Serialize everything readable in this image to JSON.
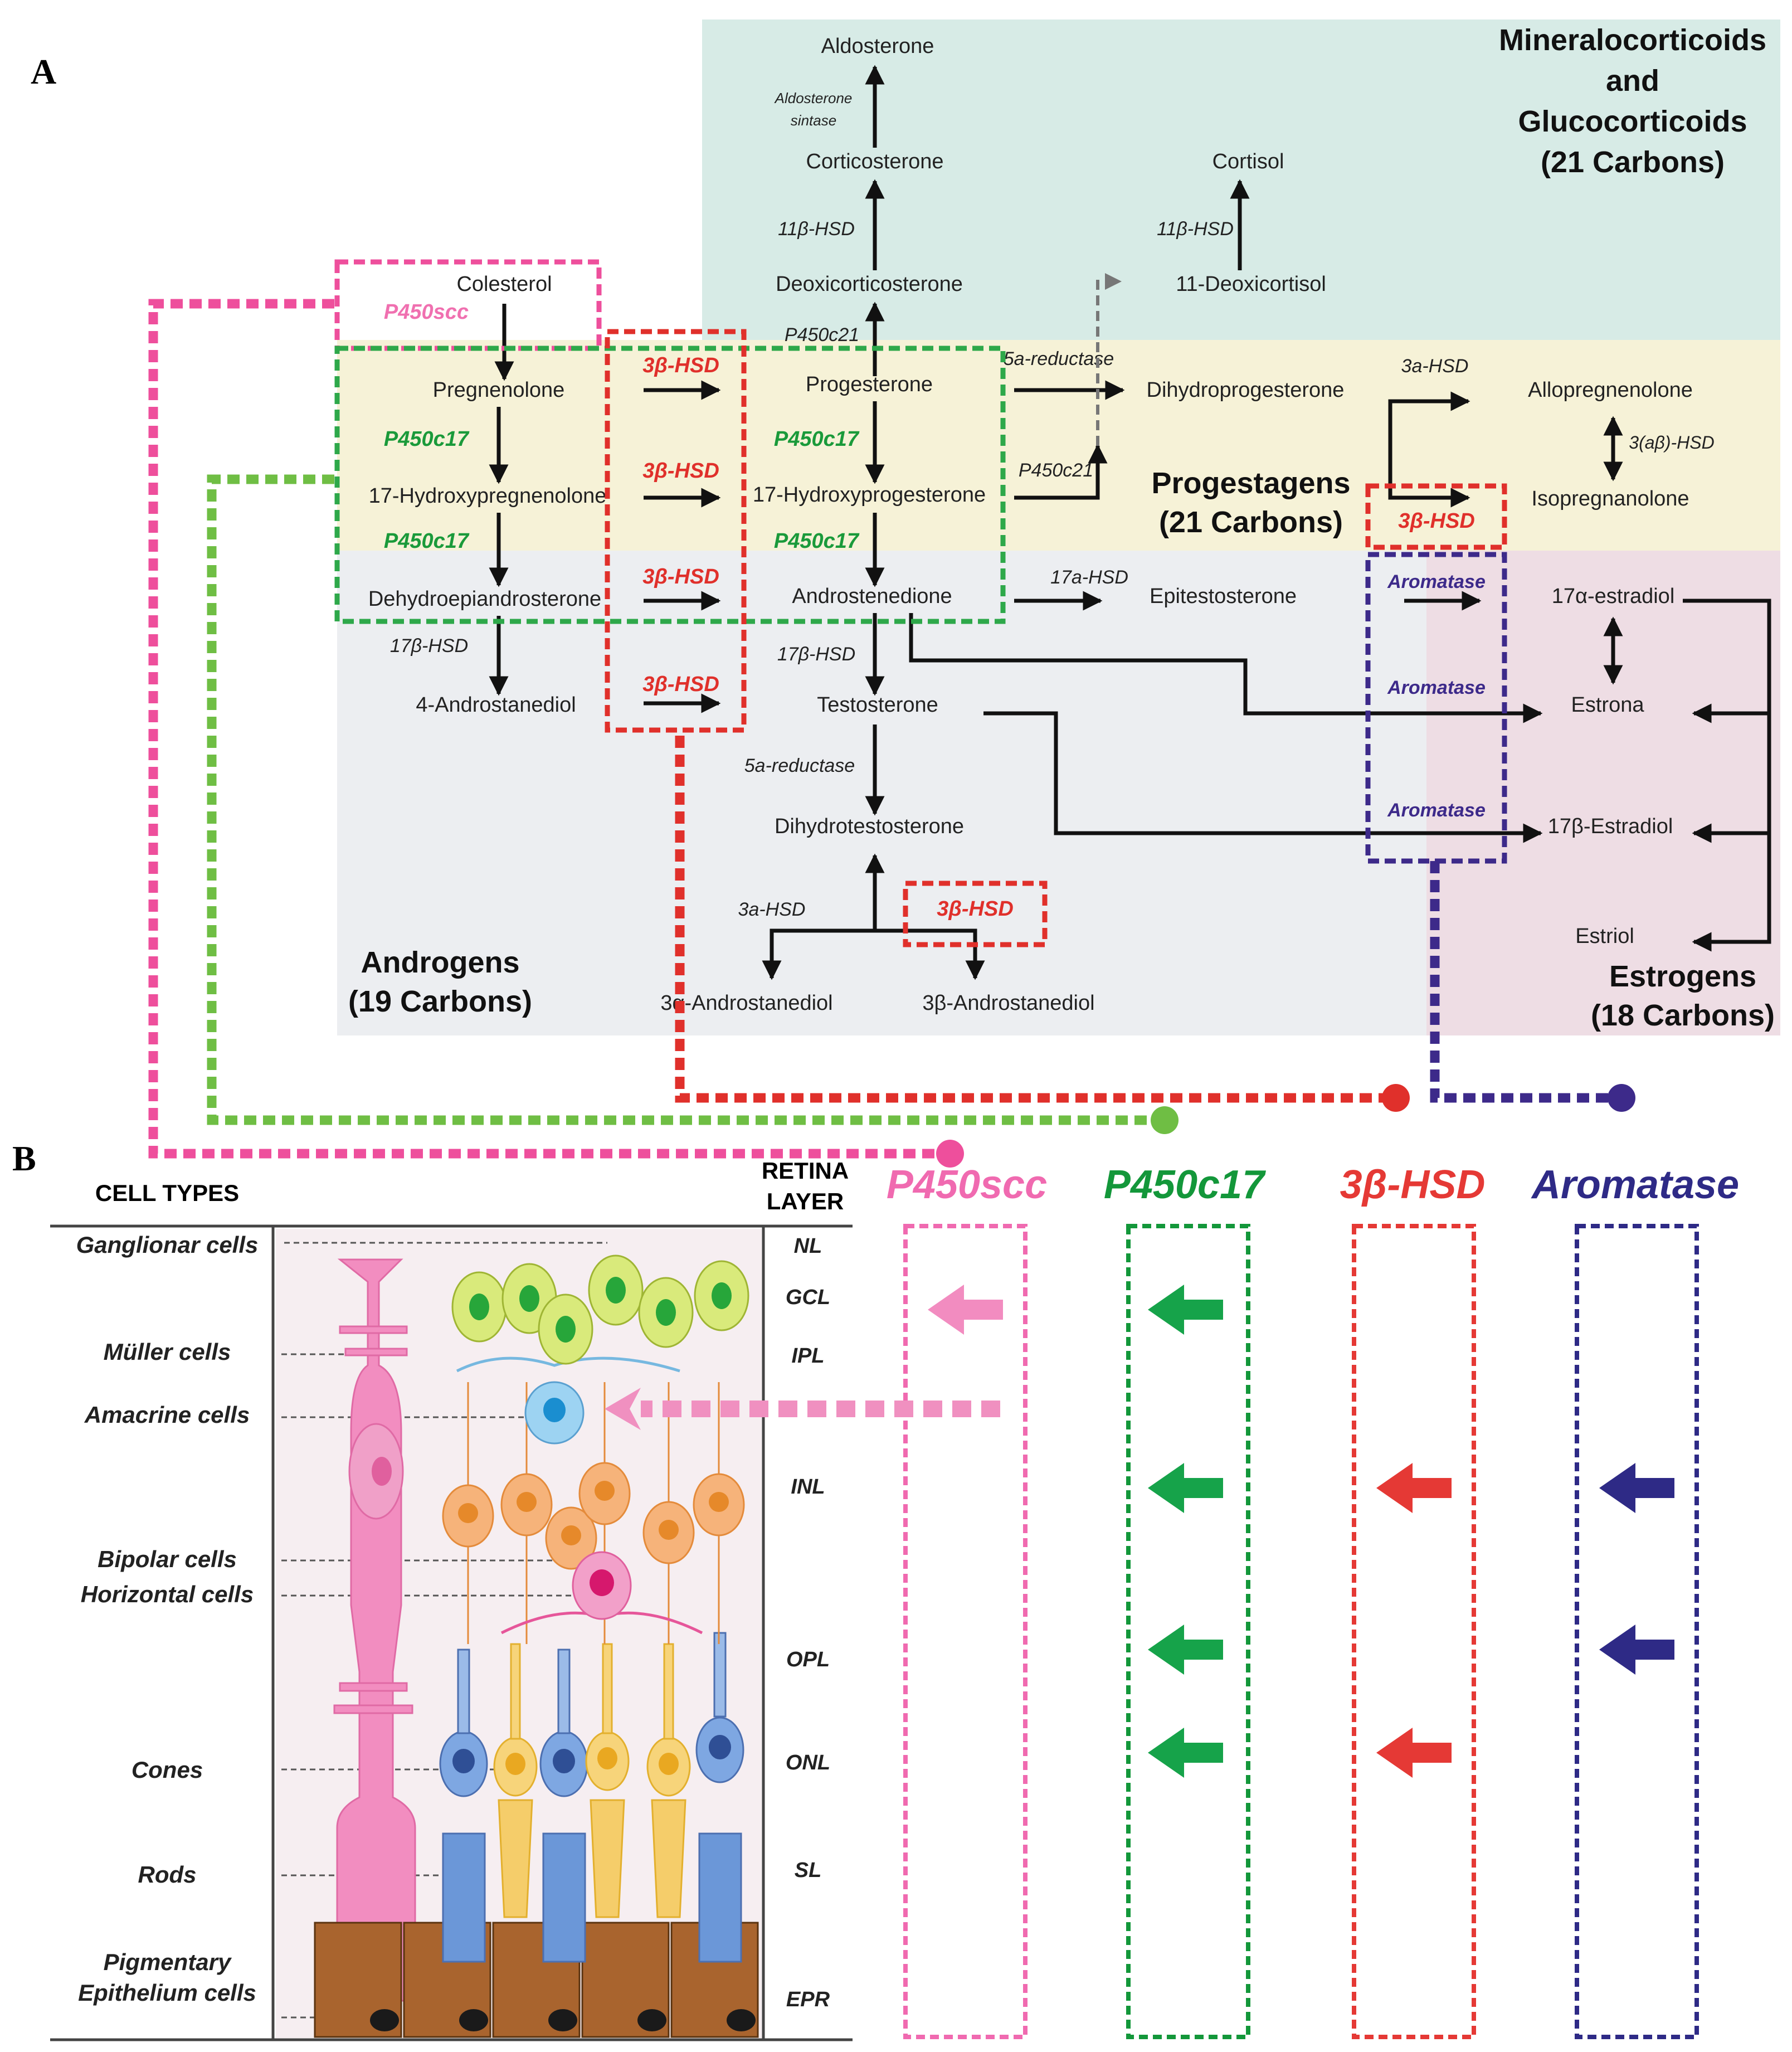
{
  "panel_a": {
    "label": "A",
    "regions": {
      "mineralo": [
        "Mineralocorticoids",
        "and",
        "Glucocorticoids",
        "(21 Carbons)"
      ],
      "progestagens": [
        "Progestagens",
        "(21 Carbons)"
      ],
      "androgens": [
        "Androgens",
        "(19 Carbons)"
      ],
      "estrogens": [
        "Estrogens",
        "(18 Carbons)"
      ]
    },
    "compounds": {
      "aldosterone": "Aldosterone",
      "corticosterone": "Corticosterone",
      "deoxicorticosterone": "Deoxicorticosterone",
      "cortisol": "Cortisol",
      "deoxicortisol": "11-Deoxicortisol",
      "colesterol": "Colesterol",
      "pregnenolone": "Pregnenolone",
      "hydroxypregnenolone": "17-Hydroxypregnenolone",
      "dhea": "Dehydroepiandrosterone",
      "androstanediol4": "4-Androstanediol",
      "progesterone": "Progesterone",
      "hydroxyprogesterone": "17-Hydroxyprogesterone",
      "androstenedione": "Androstenedione",
      "testosterone": "Testosterone",
      "dht": "Dihydrotestosterone",
      "androstanediol3a": "3α-Androstanediol",
      "androstanediol3b": "3β-Androstanediol",
      "dihydroprogesterone": "Dihydroprogesterone",
      "allopregnenolone": "Allopregnenolone",
      "isopregnanolone": "Isopregnanolone",
      "epitestosterone": "Epitestosterone",
      "estradiol17a": "17α-estradiol",
      "estrona": "Estrona",
      "estradiol17b": "17β-Estradiol",
      "estriol": "Estriol"
    },
    "enzymes": {
      "aldosterone_sintase": [
        "Aldosterone",
        "sintase"
      ],
      "hsd11b": "11β-HSD",
      "p450c21": "P450c21",
      "p450scc": "P450scc",
      "p450c17": "P450c17",
      "hsd3b": "3β-HSD",
      "reductase5a": "5a-reductase",
      "hsd3a": "3a-HSD",
      "hsd3ab": "3(aβ)-HSD",
      "hsd17a": "17a-HSD",
      "hsd17b": "17β-HSD",
      "aromatase": "Aromatase"
    }
  },
  "panel_b": {
    "label": "B",
    "cell_types_header": "CELL TYPES",
    "retina_layer_header": [
      "RETINA",
      "LAYER"
    ],
    "cell_types": [
      "Ganglionar cells",
      "Müller cells",
      "Amacrine cells",
      "Bipolar cells",
      "Horizontal cells",
      "Cones",
      "Rods",
      "Pigmentary",
      "Epithelium cells"
    ],
    "layers": [
      "NL",
      "GCL",
      "IPL",
      "INL",
      "OPL",
      "ONL",
      "SL",
      "EPR"
    ],
    "enzyme_columns": [
      {
        "name": "P450scc",
        "color": "#f06ab0"
      },
      {
        "name": "P450c17",
        "color": "#13973a"
      },
      {
        "name": "3β-HSD",
        "color": "#e53935"
      },
      {
        "name": "Aromatase",
        "color": "#2e2a86"
      }
    ]
  },
  "colors": {
    "pink": "#ee4f9c",
    "green": "#6fbe44",
    "red": "#e0302b",
    "purple": "#3d2a8a",
    "mineralo_bg": "#d7ebe6",
    "progest_bg": "#f6f2d7",
    "androgen_bg": "#eceef1",
    "estrogen_bg": "#eedde4"
  }
}
